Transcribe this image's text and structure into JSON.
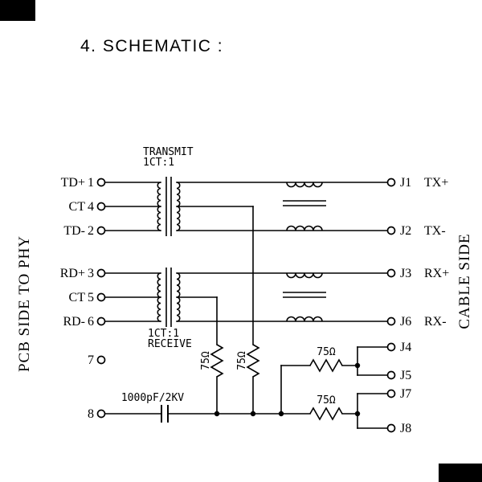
{
  "title": "4. SCHEMATIC :",
  "side_labels": {
    "left": "PCB SIDE TO PHY",
    "right": "CABLE SIDE"
  },
  "transformers": {
    "transmit": {
      "name": "TRANSMIT",
      "ratio": "1CT:1"
    },
    "receive": {
      "name": "RECEIVE",
      "ratio": "1CT:1"
    }
  },
  "left_pins": [
    {
      "signal": "TD+",
      "number": "1"
    },
    {
      "signal": "CT",
      "number": "4"
    },
    {
      "signal": "TD-",
      "number": "2"
    },
    {
      "signal": "RD+",
      "number": "3"
    },
    {
      "signal": "CT",
      "number": "5"
    },
    {
      "signal": "RD-",
      "number": "6"
    },
    {
      "signal": "",
      "number": "7"
    },
    {
      "signal": "",
      "number": "8"
    }
  ],
  "right_pins": [
    {
      "name": "J1",
      "signal": "TX+"
    },
    {
      "name": "J2",
      "signal": "TX-"
    },
    {
      "name": "J3",
      "signal": "RX+"
    },
    {
      "name": "J6",
      "signal": "RX-"
    },
    {
      "name": "J4",
      "signal": ""
    },
    {
      "name": "J5",
      "signal": ""
    },
    {
      "name": "J7",
      "signal": ""
    },
    {
      "name": "J8",
      "signal": ""
    }
  ],
  "components": {
    "r_ct_rx": "75Ω",
    "r_ct_tx": "75Ω",
    "r_j45": "75Ω",
    "r_j78": "75Ω",
    "capacitor": "1000pF/2KV"
  }
}
